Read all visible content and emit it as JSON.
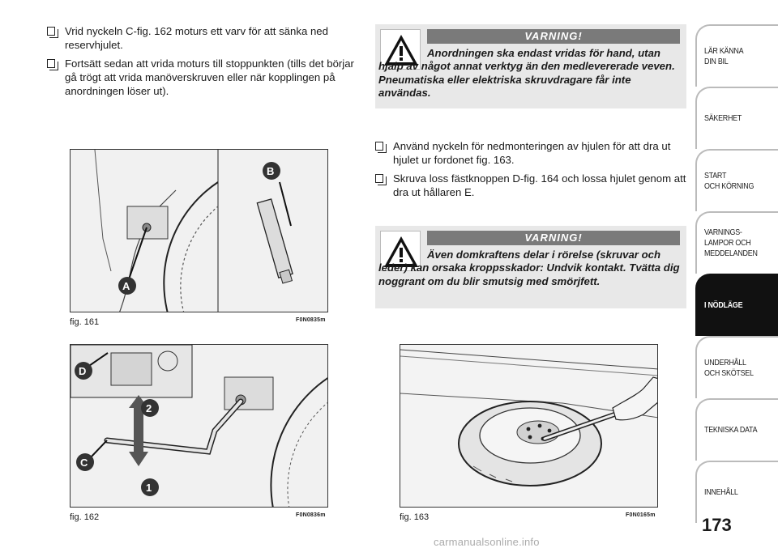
{
  "left_bullets": [
    "Vrid nyckeln C-fig. 162 moturs ett varv för att sänka ned reservhjulet.",
    "Fortsätt sedan att vrida moturs till stoppunkten (tills det börjar gå trögt att vrida manöverskruven eller när kopplingen på anordningen löser ut)."
  ],
  "warning1": {
    "heading": "VARNING!",
    "text": "Anordningen ska endast vridas för hand, utan hjälp av något annat verktyg än den medlevererade veven. Pneumatiska eller elektriska skruvdragare får inte användas."
  },
  "right_bullets": [
    "Använd nyckeln för nedmonteringen av hjulen för att dra ut hjulet ur fordonet fig. 163.",
    "Skruva loss fästknoppen D-fig. 164 och lossa hjulet genom att dra ut hållaren E."
  ],
  "warning2": {
    "heading": "VARNING!",
    "text": "Även domkraftens delar i rörelse (skruvar och leder) kan orsaka kroppsskador: Undvik kontakt. Tvätta dig noggrant om du blir smutsig med smörjfett."
  },
  "figures": {
    "fig161": {
      "caption": "fig. 161",
      "code": "F0N0835m",
      "labels": [
        "A",
        "B"
      ]
    },
    "fig162": {
      "caption": "fig. 162",
      "code": "F0N0836m",
      "labels": [
        "D",
        "2",
        "C",
        "1"
      ]
    },
    "fig163": {
      "caption": "fig. 163",
      "code": "F0N0165m"
    }
  },
  "nav": [
    "LÄR KÄNNA\nDIN BIL",
    "SÄKERHET",
    "START\nOCH KÖRNING",
    "VARNINGS-\nLAMPOR OCH\nMEDDELANDEN",
    "I NÖDLÄGE",
    "UNDERHÅLL\nOCH SKÖTSEL",
    "TEKNISKA DATA",
    "INNEHÅLL"
  ],
  "page_number": "173",
  "watermark": "carmanualsonline.info",
  "active_nav_index": 4
}
